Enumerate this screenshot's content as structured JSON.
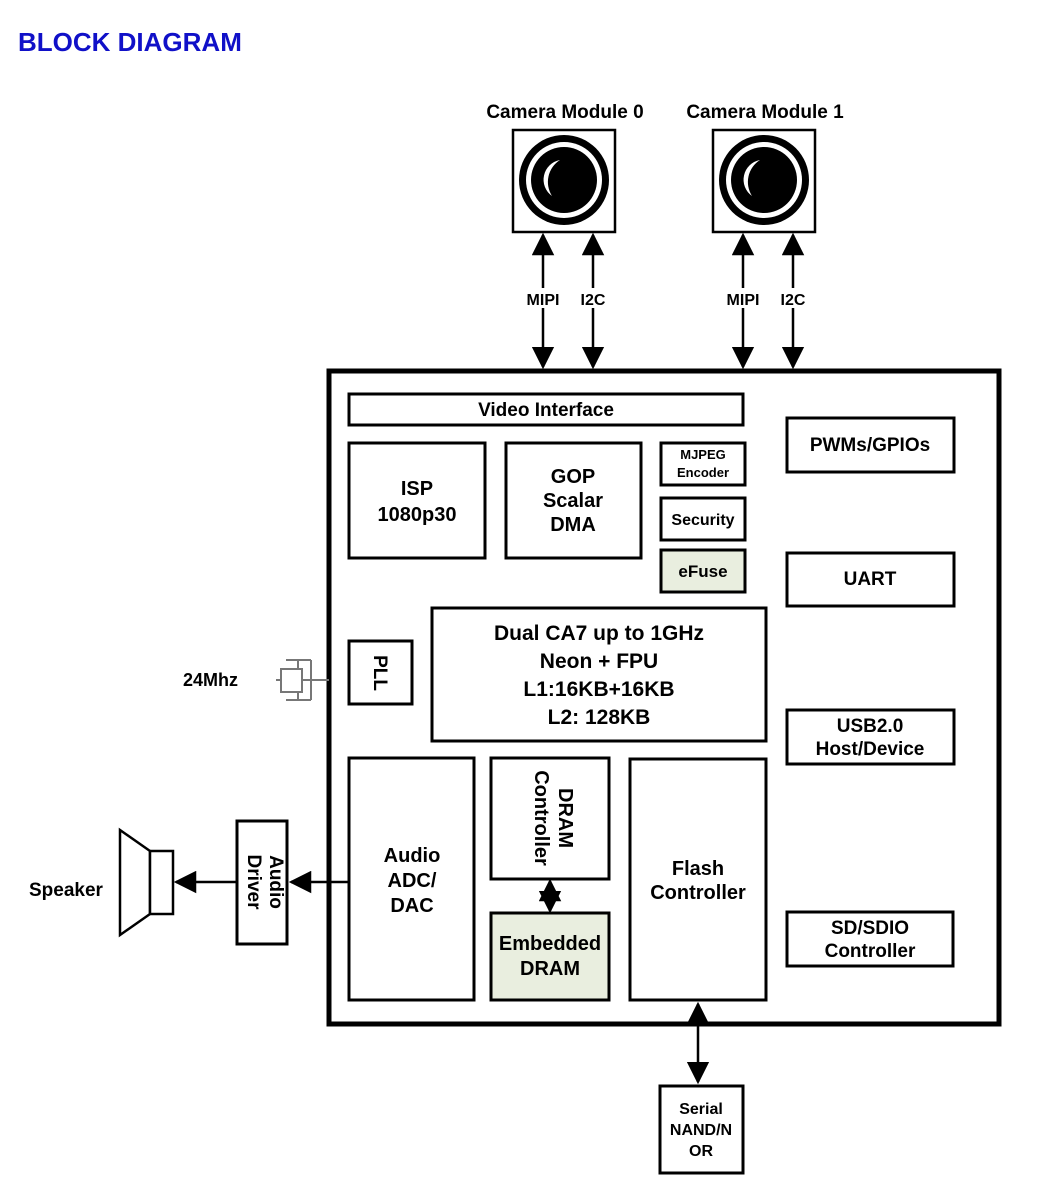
{
  "title": "BLOCK DIAGRAM",
  "cameras": [
    {
      "label": "Camera Module 0",
      "signals": [
        "MIPI",
        "I2C"
      ]
    },
    {
      "label": "Camera Module 1",
      "signals": [
        "MIPI",
        "I2C"
      ]
    }
  ],
  "soc": {
    "video_interface": "Video Interface",
    "isp": [
      "ISP",
      "1080p30"
    ],
    "gop": [
      "GOP",
      "Scalar",
      "DMA"
    ],
    "mjpeg": [
      "MJPEG",
      "Encoder"
    ],
    "security": "Security",
    "efuse": "eFuse",
    "cpu": [
      "Dual CA7 up to 1GHz",
      "Neon + FPU",
      "L1:16KB+16KB",
      "L2: 128KB"
    ],
    "pll": "PLL",
    "audio": [
      "Audio",
      "ADC/",
      "DAC"
    ],
    "dram_controller": [
      "DRAM",
      "Controller"
    ],
    "embedded_dram": [
      "Embedded",
      "DRAM"
    ],
    "flash": [
      "Flash",
      "Controller"
    ],
    "pwm_gpio": "PWMs/GPIOs",
    "uart": "UART",
    "usb": [
      "USB2.0",
      "Host/Device"
    ],
    "sdio": [
      "SD/SDIO",
      "Controller"
    ]
  },
  "external": {
    "crystal": "24Mhz",
    "audio_driver": [
      "Audio",
      "Driver"
    ],
    "speaker": "Speaker",
    "nand": [
      "Serial",
      "NAND/N",
      "OR"
    ]
  },
  "colors": {
    "title": "#1010c8",
    "highlight_fill": "#e9eedf"
  }
}
